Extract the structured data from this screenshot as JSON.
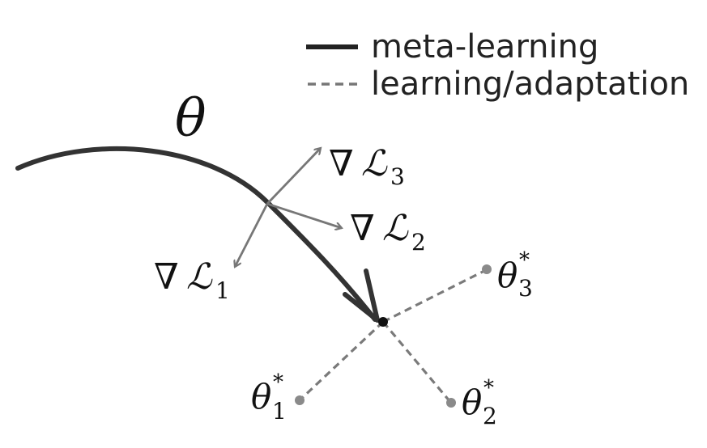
{
  "legend": {
    "meta_label": "meta-learning",
    "adapt_label": "learning/adaptation"
  },
  "labels": {
    "theta": "θ",
    "grad_symbol": "∇",
    "loss_symbol": "ℒ",
    "grad1_sub": "1",
    "grad2_sub": "2",
    "grad3_sub": "3",
    "opt_symbol": "θ",
    "opt_star": "*",
    "opt1_sub": "1",
    "opt2_sub": "2",
    "opt3_sub": "3"
  },
  "colors": {
    "meta_path": "#333333",
    "gradient_arrows": "#777777",
    "adaptation_lines": "#7a7a7a",
    "endpoint_dots": "#8a8a8a",
    "text": "#111111"
  }
}
